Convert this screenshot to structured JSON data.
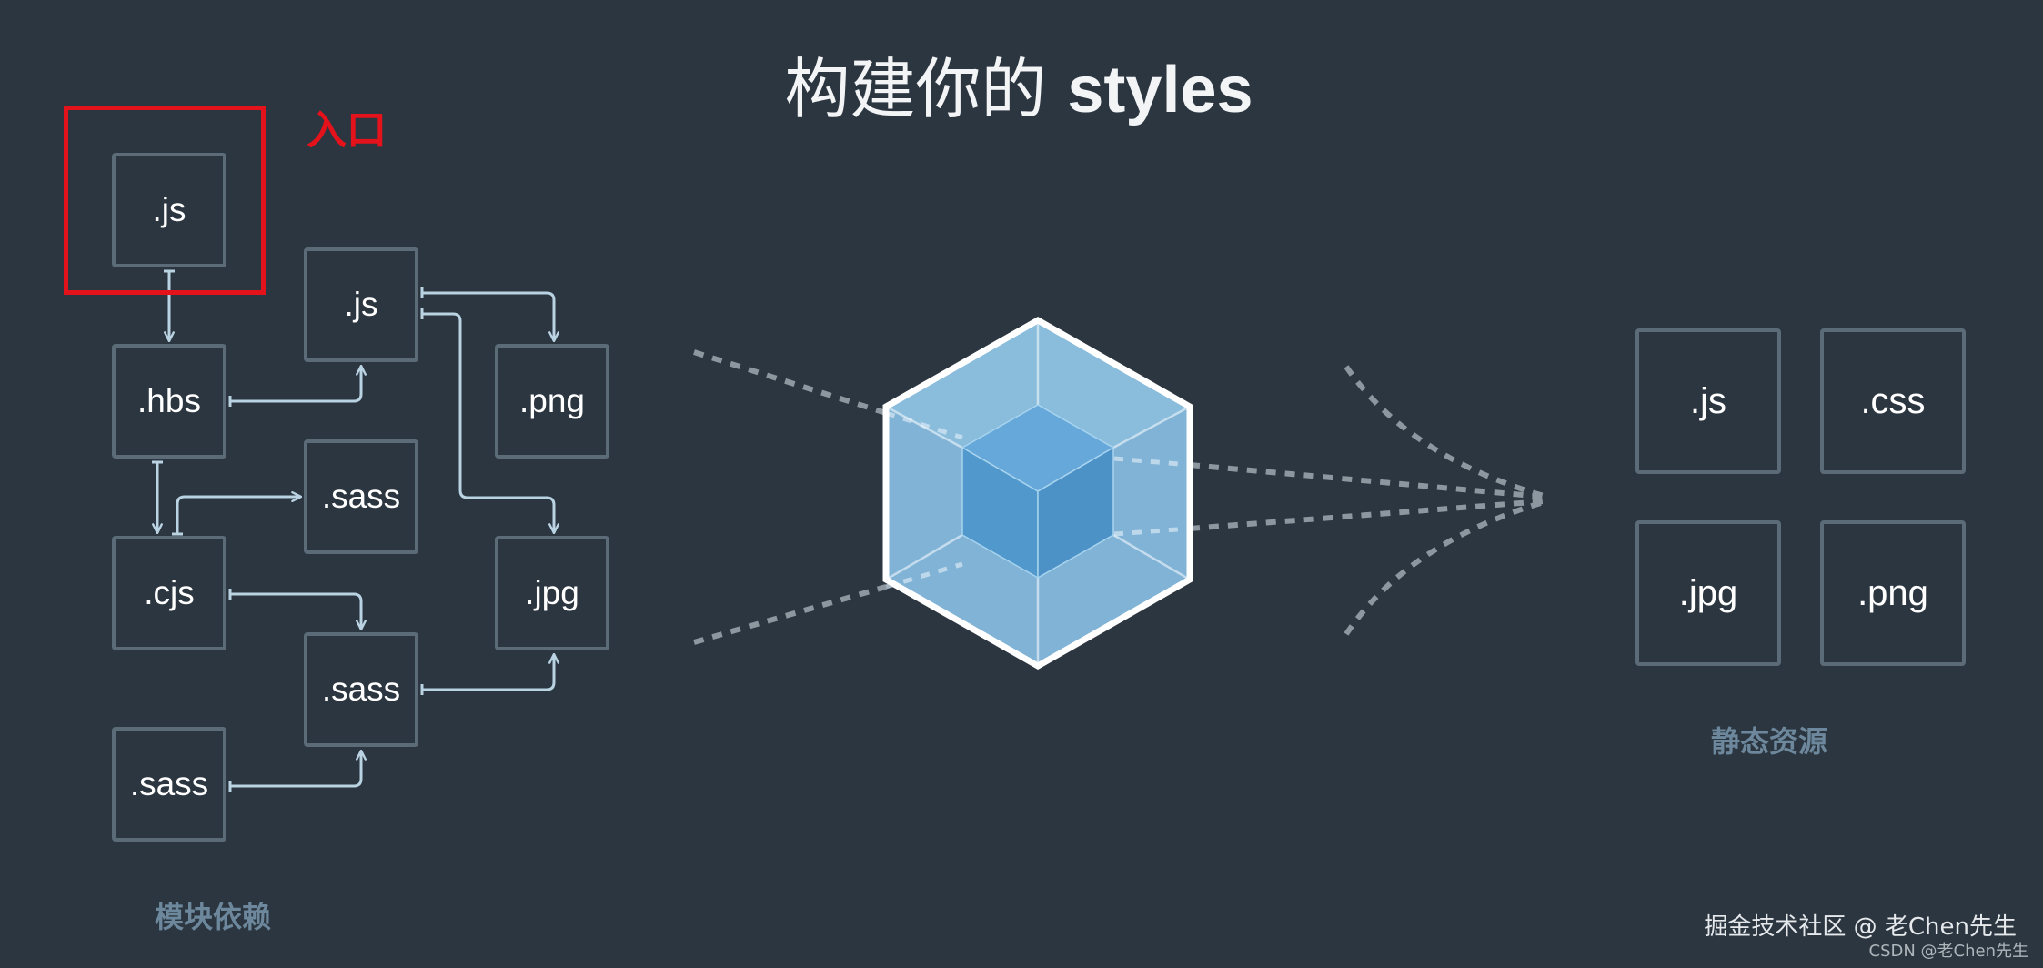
{
  "title": {
    "cn": "构建你的",
    "en": "styles"
  },
  "entry_label": "入口",
  "modules": [
    {
      "label": ".js"
    },
    {
      "label": ".js"
    },
    {
      "label": ".hbs"
    },
    {
      "label": ".png"
    },
    {
      "label": ".sass"
    },
    {
      "label": ".cjs"
    },
    {
      "label": ".jpg"
    },
    {
      "label": ".sass"
    },
    {
      "label": ".sass"
    }
  ],
  "modules_caption": "模块依赖",
  "outputs": [
    {
      "label": ".js"
    },
    {
      "label": ".css"
    },
    {
      "label": ".jpg"
    },
    {
      "label": ".png"
    }
  ],
  "outputs_caption": "静态资源",
  "watermark": {
    "juejin": "掘金技术社区 @ 老Chen先生",
    "csdn": "CSDN @老Chen先生"
  },
  "colors": {
    "background": "#2c3640",
    "box_border": "#5b6b77",
    "arrow": "#b9d3e3",
    "entry_highlight": "#e3121b",
    "caption": "#6d889c",
    "dashed_line": "#8c979f",
    "logo_outer": "#80b3d5",
    "logo_inner": "#5a9fd2"
  }
}
